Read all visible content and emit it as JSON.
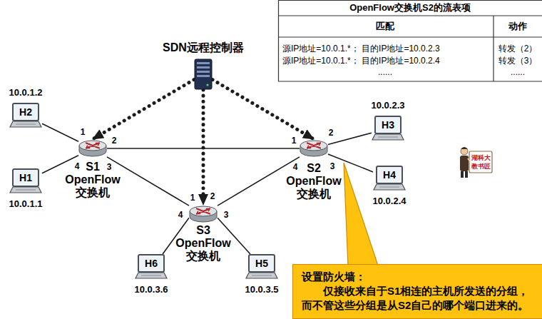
{
  "diagram": {
    "nodes": [
      {
        "text": [
          "SDN远程控制器"
        ]
      },
      {
        "text": [
          "S1",
          "OpenFlow 交换机"
        ]
      },
      {
        "text": [
          "S2",
          "OpenFlow 交换机"
        ]
      },
      {
        "text": [
          "S3",
          "OpenFlow 交换机"
        ]
      },
      {
        "text": [
          "H2",
          "10.0.1.2"
        ]
      },
      {
        "text": [
          "H1",
          "10.0.1.1"
        ]
      },
      {
        "text": [
          "H3",
          "10.0.2.3"
        ]
      },
      {
        "text": [
          "H4",
          "10.0.2.4"
        ]
      },
      {
        "text": [
          "H6",
          "10.0.3.6"
        ]
      },
      {
        "text": [
          "H5",
          "10.0.3.5"
        ]
      },
      {
        "text": [
          "设置防火墙：",
          "仅接收来自于S1相连的主机所发送的分组，而不管这些分组是从S2自己的哪个端口进来的。"
        ]
      }
    ],
    "edges": [
      {
        "from": 0,
        "to": 1,
        "arrow": "to"
      },
      {
        "from": 0,
        "to": 2,
        "arrow": "to"
      },
      {
        "from": 0,
        "to": 3,
        "arrow": "to"
      },
      {
        "from": 4,
        "to": 1,
        "arrow": "none"
      },
      {
        "from": 5,
        "to": 1,
        "arrow": "none"
      },
      {
        "from": 1,
        "to": 2,
        "arrow": "none"
      },
      {
        "from": 1,
        "to": 3,
        "arrow": "none"
      },
      {
        "from": 2,
        "to": 3,
        "arrow": "none"
      },
      {
        "from": 2,
        "to": 6,
        "arrow": "none"
      },
      {
        "from": 2,
        "to": 7,
        "arrow": "none"
      },
      {
        "from": 3,
        "to": 8,
        "arrow": "none"
      },
      {
        "from": 3,
        "to": 9,
        "arrow": "none"
      }
    ],
    "labels": [
      "OpenFlow交换机S2的流表项",
      "匹配",
      "动作",
      "源IP地址=10.0.1.*； 目的IP地址=10.0.2.3",
      "转发（2）",
      "源IP地址=10.0.1.*； 目的IP地址=10.0.2.4",
      "转发（3）",
      "......",
      "......",
      "1",
      "2",
      "4",
      "3",
      "1",
      "2",
      "4",
      "3",
      "1",
      "2",
      "4",
      "3",
      "湖科大",
      "教书匠"
    ]
  }
}
